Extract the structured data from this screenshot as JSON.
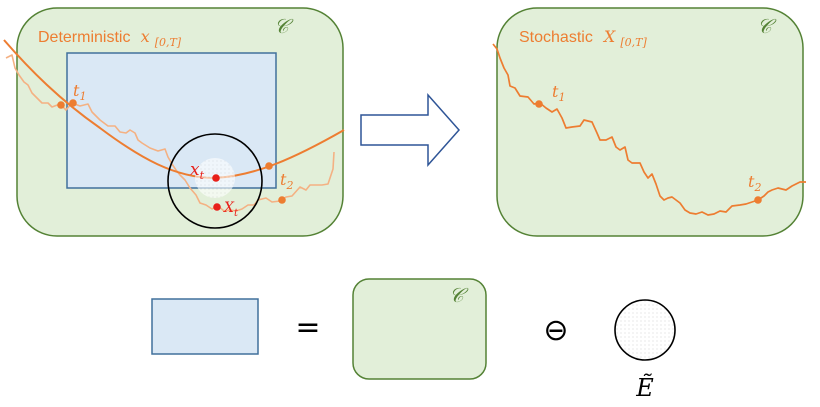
{
  "colors": {
    "set_fill": "#e2efd9",
    "set_stroke": "#548235",
    "inner_fill": "#dae8f5",
    "inner_stroke": "#41719c",
    "trajectory": "#ed7d31",
    "trajectory_light": "#f4b183",
    "point_red": "#e8201a",
    "arrow_stroke": "#2f5597"
  },
  "left_panel": {
    "title_prefix": "Deterministic",
    "title_var": "x",
    "title_subscript": "[0,T]",
    "set_symbol": "𝒞",
    "t1": {
      "base": "t",
      "sub": "1"
    },
    "t2": {
      "base": "t",
      "sub": "2"
    },
    "xt": {
      "base": "x",
      "sub": "t"
    },
    "Xt": {
      "base": "X",
      "sub": "t"
    }
  },
  "right_panel": {
    "title_prefix": "Stochastic",
    "title_var": "X",
    "title_subscript": "[0,T]",
    "set_symbol": "𝒞",
    "t1": {
      "base": "t",
      "sub": "1"
    },
    "t2": {
      "base": "t",
      "sub": "2"
    }
  },
  "equation": {
    "equals": "=",
    "set_symbol": "𝒞",
    "minus_op": "⊖",
    "E_label": "Ẽ"
  },
  "icons": {
    "transition": "arrow-right-icon"
  }
}
